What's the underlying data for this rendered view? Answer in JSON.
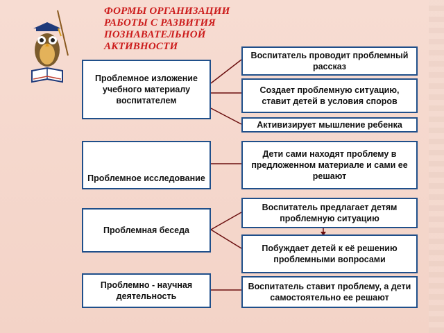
{
  "title_lines": [
    "ФОРМЫ ОРГАНИЗАЦИИ",
    "РАБОТЫ С РАЗВИТИЯ",
    "ПОЗНАВАТЕЛЬНОЙ",
    "АКТИВНОСТИ"
  ],
  "left_boxes": [
    "Проблемное изложение учебного материалу воспитателем",
    "Проблемное исследование",
    "Проблемная беседа",
    "Проблемно - научная деятельность"
  ],
  "right_boxes": [
    "Воспитатель проводит проблемный рассказ",
    "Создает проблемную ситуацию, ставит детей в условия споров",
    "Активизирует мышление ребенка",
    "Дети сами находят проблему в предложенном материале и сами ее решают",
    "Воспитатель предлагает детям проблемную ситуацию",
    "Побуждает детей к её  решению проблемными вопросами",
    "Воспитатель ставит проблему, а дети самостоятельно ее решают"
  ],
  "colors": {
    "title": "#cc1c1c",
    "border": "#1f4f8a",
    "background": "#f5d8cf",
    "arrow": "#6b0f0f"
  }
}
